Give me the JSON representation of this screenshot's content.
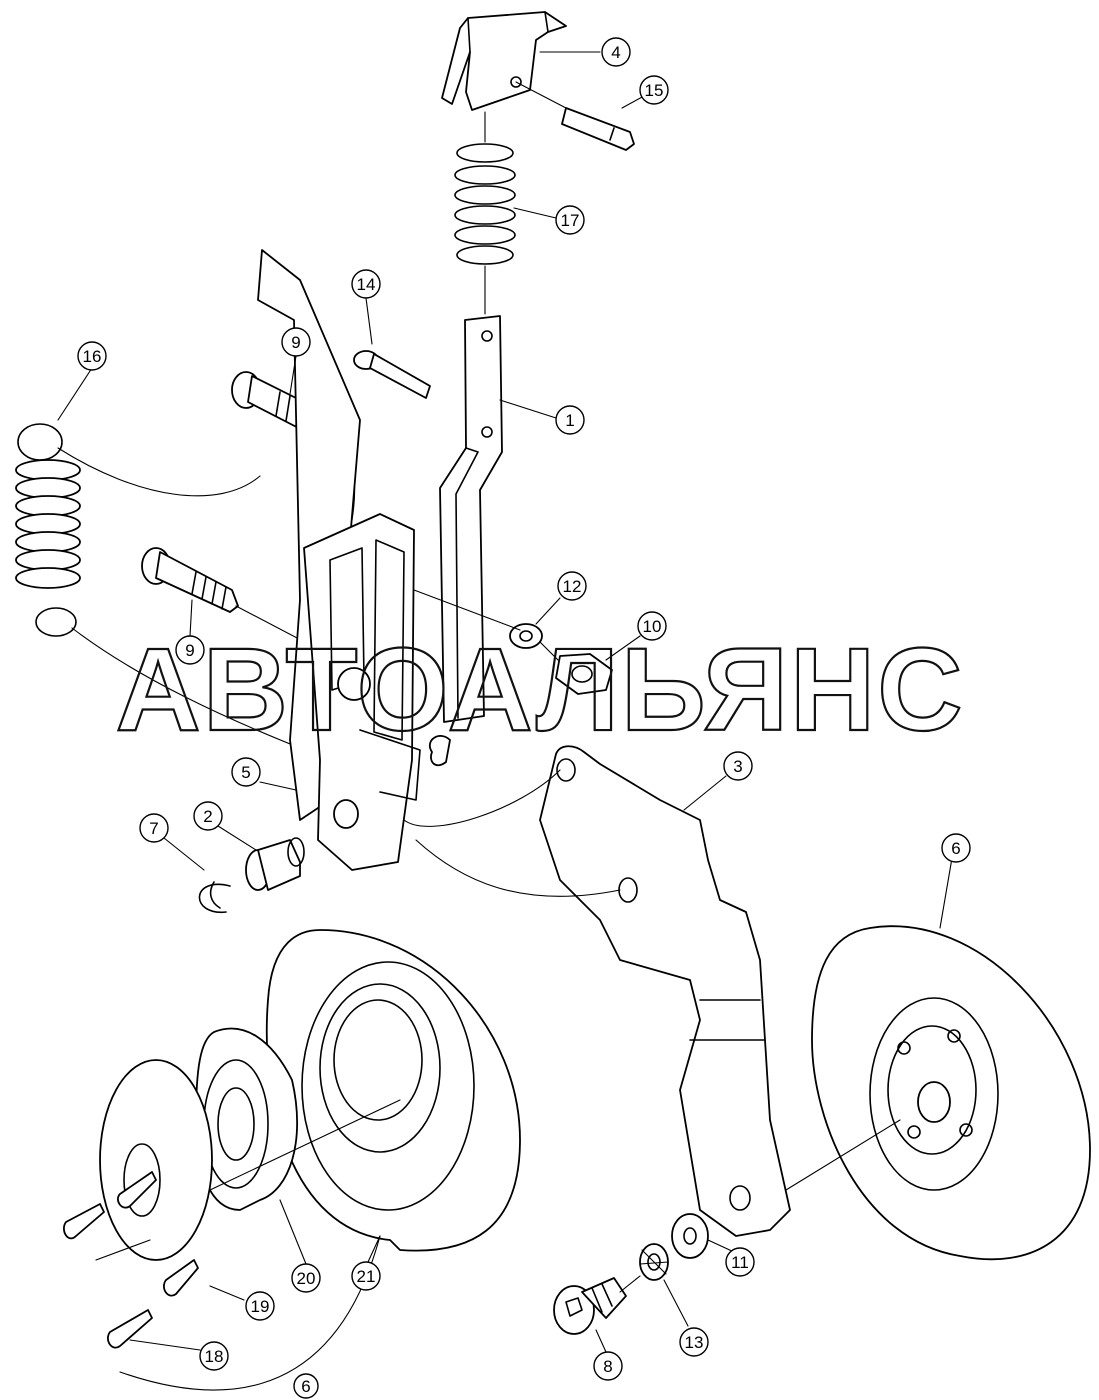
{
  "watermark": "АВТОАЛЬЯНС",
  "callouts": [
    {
      "id": "c4",
      "label": "4"
    },
    {
      "id": "c15",
      "label": "15"
    },
    {
      "id": "c17",
      "label": "17"
    },
    {
      "id": "c14",
      "label": "14"
    },
    {
      "id": "c9a",
      "label": "9"
    },
    {
      "id": "c1",
      "label": "1"
    },
    {
      "id": "c16",
      "label": "16"
    },
    {
      "id": "c12",
      "label": "12"
    },
    {
      "id": "c10",
      "label": "10"
    },
    {
      "id": "c9b",
      "label": "9"
    },
    {
      "id": "c3",
      "label": "3"
    },
    {
      "id": "c5",
      "label": "5"
    },
    {
      "id": "c7",
      "label": "7"
    },
    {
      "id": "c2",
      "label": "2"
    },
    {
      "id": "c6a",
      "label": "6"
    },
    {
      "id": "c20",
      "label": "20"
    },
    {
      "id": "c21",
      "label": "21"
    },
    {
      "id": "c19",
      "label": "19"
    },
    {
      "id": "c11",
      "label": "11"
    },
    {
      "id": "c13",
      "label": "13"
    },
    {
      "id": "c8",
      "label": "8"
    },
    {
      "id": "c18",
      "label": "18"
    },
    {
      "id": "c6b",
      "label": "6"
    }
  ]
}
